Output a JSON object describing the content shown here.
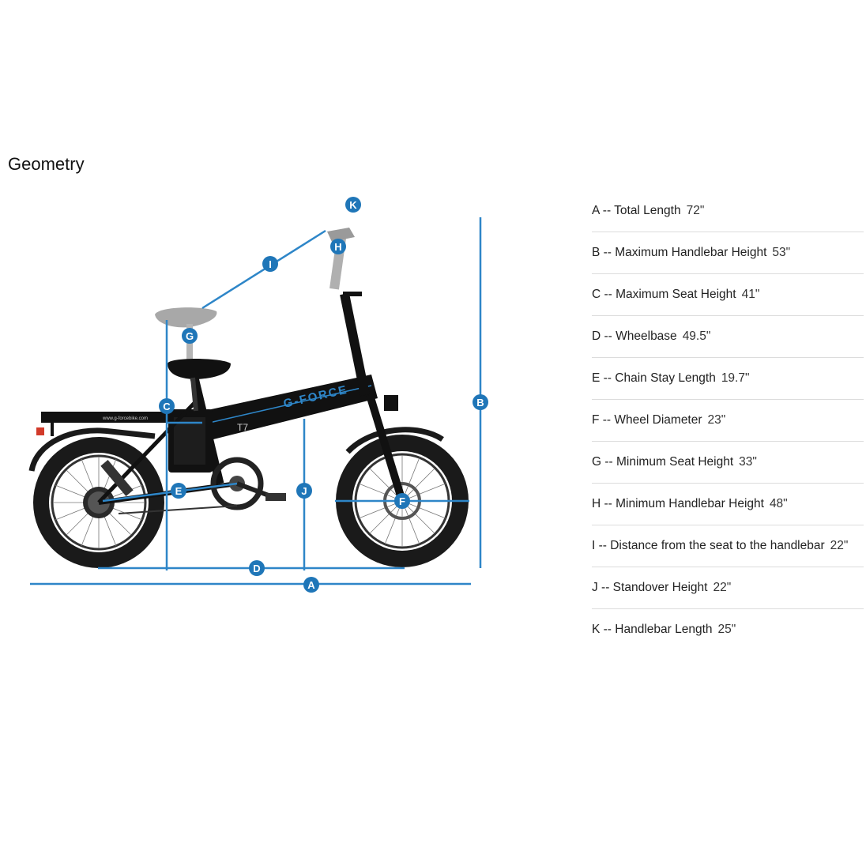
{
  "heading": "Geometry",
  "colors": {
    "accent": "#1f76b8",
    "frame": "#111111",
    "tire": "#1a1a1a",
    "ghost_part": "#a8a8a8"
  },
  "bike": {
    "logo": "G-FORCE",
    "model_mark": "T7",
    "rack_url": "www.g-forcebike.com"
  },
  "dimension_markers": [
    "A",
    "B",
    "C",
    "D",
    "E",
    "F",
    "G",
    "H",
    "I",
    "J",
    "K"
  ],
  "specs": [
    {
      "label": "A -- Total Length",
      "value": "72\""
    },
    {
      "label": "B -- Maximum Handlebar Height",
      "value": "53\""
    },
    {
      "label": "C -- Maximum Seat Height",
      "value": "41\""
    },
    {
      "label": "D -- Wheelbase",
      "value": "49.5\""
    },
    {
      "label": "E -- Chain Stay Length",
      "value": "19.7\""
    },
    {
      "label": "F -- Wheel Diameter",
      "value": "23\""
    },
    {
      "label": "G -- Minimum Seat Height",
      "value": "33\""
    },
    {
      "label": "H -- Minimum Handlebar Height",
      "value": "48\""
    },
    {
      "label": "I -- Distance from the seat to the handlebar",
      "value": "22\""
    },
    {
      "label": "J -- Standover Height",
      "value": "22\""
    },
    {
      "label": "K -- Handlebar Length",
      "value": "25\""
    }
  ]
}
